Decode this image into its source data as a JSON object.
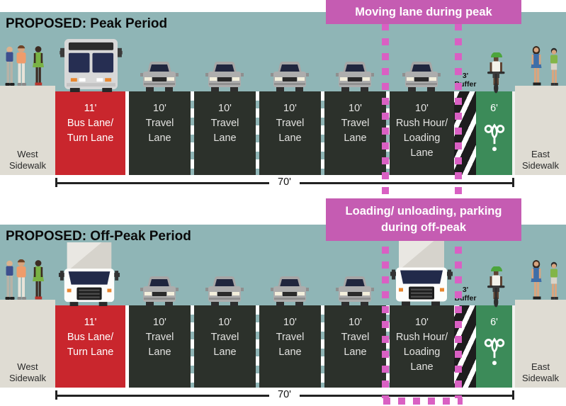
{
  "colors": {
    "sky_teal": "#8fb5b6",
    "road_dark": "#2c312b",
    "bus_lane_red": "#c9262d",
    "bike_lane_green": "#3c8b59",
    "sidewalk_gray": "#dfdcd3",
    "callout_magenta": "#c55cb2",
    "dash_magenta": "#d960c3"
  },
  "icons": [
    "bus-icon",
    "car-icon",
    "truck-icon",
    "cyclist-icon",
    "pedestrians-icon",
    "bike-lane-marking-icon"
  ],
  "callouts": {
    "peak": "Moving lane during peak",
    "offpeak_line1": "Loading/ unloading, parking",
    "offpeak_line2": "during off-peak"
  },
  "panels": [
    {
      "title": "PROPOSED: Peak Period",
      "dimension_total": "70'"
    },
    {
      "title": "PROPOSED: Off-Peak Period",
      "dimension_total": "70'"
    }
  ],
  "sidewalks": {
    "west_line1": "West",
    "west_line2": "Sidewalk",
    "east_line1": "East",
    "east_line2": "Sidewalk"
  },
  "lanes": {
    "bus": {
      "width": "11'",
      "line1": "Bus Lane/",
      "line2": "Turn Lane"
    },
    "travel": {
      "width": "10'",
      "line1": "Travel",
      "line2": "Lane"
    },
    "rush": {
      "width": "10'",
      "line1": "Rush Hour/",
      "line2": "Loading",
      "line3": "Lane"
    },
    "buffer": {
      "width": "3'",
      "label": "Buffer"
    },
    "bike": {
      "width": "6'"
    }
  }
}
